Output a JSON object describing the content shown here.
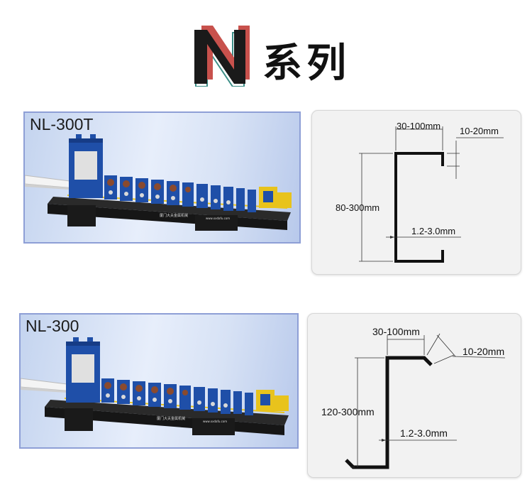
{
  "header": {
    "series_title": "系列",
    "logo_letter": "N"
  },
  "machines": [
    {
      "model": "NL-300T",
      "machine_brand_text": "厦门大夫金属机械",
      "machine_url_text": "www.xxdafu.com",
      "profile": "C",
      "dims": {
        "flange_width": "30-100mm",
        "lip": "10-20mm",
        "web_height": "80-300mm",
        "thickness": "1.2-3.0mm"
      }
    },
    {
      "model": "NL-300",
      "machine_brand_text": "厦门大夫金属机械",
      "machine_url_text": "www.xxdafu.com",
      "profile": "Z",
      "dims": {
        "flange_width": "30-100mm",
        "lip": "10-20mm",
        "web_height": "120-300mm",
        "thickness": "1.2-3.0mm"
      }
    }
  ],
  "colors": {
    "logo_dark": "#1a1a1a",
    "logo_red": "#c8514c",
    "logo_teal": "#3d8f88",
    "machine_blue": "#1f4fa8",
    "machine_base": "#1c1c1c",
    "machine_yellow": "#e8c31c",
    "panel_border": "#8e9fd6"
  }
}
